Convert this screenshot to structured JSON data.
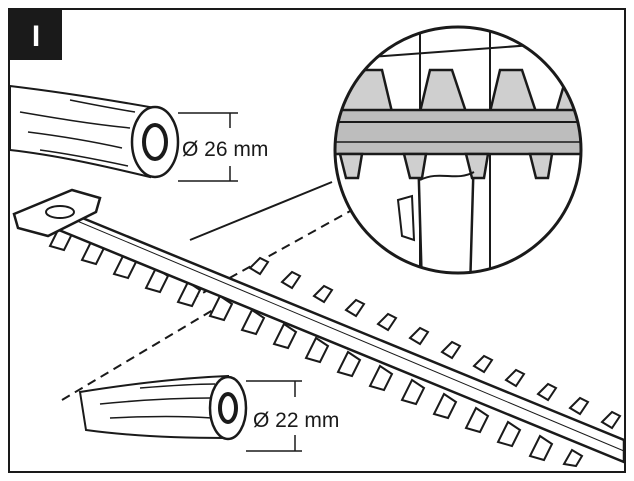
{
  "badge": "I",
  "labels": {
    "thick_branch": "Ø 26 mm",
    "thin_branch": "Ø 22 mm"
  },
  "colors": {
    "stroke": "#1a1a1a",
    "badge_bg": "#1a1a1a",
    "shade": "#bdbdbd",
    "paper": "#ffffff"
  }
}
